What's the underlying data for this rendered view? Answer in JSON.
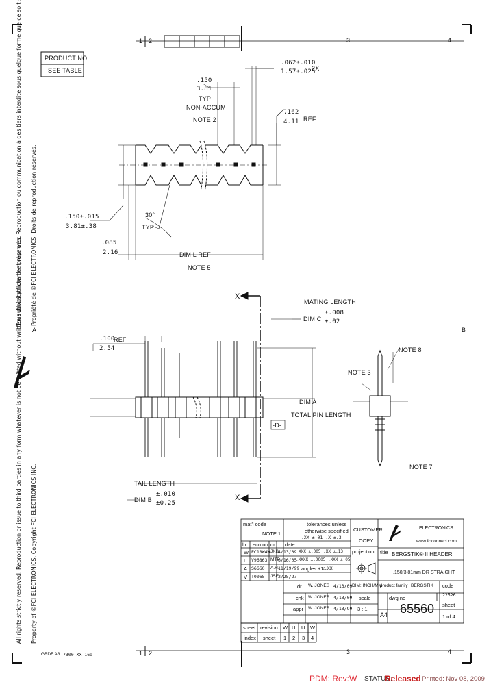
{
  "zones": {
    "top": [
      "1",
      "2",
      "3",
      "4"
    ],
    "bottom": [
      "1",
      "2",
      "3",
      "4"
    ],
    "side_a": "A",
    "side_b": "B"
  },
  "product_box": {
    "header": "PRODUCT NO.",
    "value": "SEE TABLE"
  },
  "margin_text": {
    "col1": "Tous droits strictement réservés. Reproduction ou communication à des tiers interdite sous quelque forme que ce soit sans autorisation écrite du propriétaire.",
    "col2": "Propriété de ©FCI ELECTRONICS. Droits de reproduction réservés.",
    "col3": "All rights strictly reserved. Reproduction or issue to third parties in any form whatever is not permitted without written authority from the proprietor.",
    "col4": "Property of ©FCI ELECTRONICS. Copyright FCI ELECTRONICS INC."
  },
  "top_view": {
    "dim_pitch": {
      "in": ".150",
      "mm": "3.81",
      "note": "TYP",
      "note2": "NON-ACCUM",
      "note3": "NOTE 2"
    },
    "dim_pin": {
      "in": ".062±.010",
      "mm": "1.57±.025",
      "count": "2X"
    },
    "dim_height": {
      "in": ".162",
      "mm": "4.11",
      "ref": "REF"
    },
    "dim_side": {
      "in": ".150±.015",
      "mm": "3.81±.38"
    },
    "dim_angle": {
      "value": "30°",
      "note": "TYP"
    },
    "dim_end": {
      "in": ".085",
      "mm": "2.16"
    },
    "dim_len": {
      "label": "DIM L REF",
      "note": "NOTE 5"
    }
  },
  "side_view": {
    "section": "X",
    "mating": {
      "label": "MATING LENGTH",
      "dim": "DIM C",
      "tol_in": "±.008",
      "tol_mm": "±.02"
    },
    "pitch": {
      "in": ".100",
      "mm": "2.54",
      "ref": "REF"
    },
    "dim_a": {
      "label": "DIM A",
      "label2": "TOTAL PIN LENGTH"
    },
    "datum": "-D-",
    "tail": {
      "label": "TAIL LENGTH",
      "dim": "DIM B",
      "tol_in": "±.010",
      "tol_mm": "±0.25"
    }
  },
  "pin_view": {
    "note8": "NOTE 8",
    "note3": "NOTE 3",
    "note7": "NOTE 7"
  },
  "title_block": {
    "mat_code": "mat'l code",
    "note1": "NOTE 1",
    "tolerances": "tolerances unless",
    "tolerances2": "otherwise specified",
    "tol_vals": ".XX ±.01 .X ±.3",
    "customer": "CUSTOMER",
    "copy": "COPY",
    "electronics": "ELECTRONICS",
    "website": "www.fciconnect.com",
    "rev_header": [
      "ltr",
      "ecn no",
      "dr",
      "date"
    ],
    "revs": [
      {
        "ltr": "W",
        "ecn": "EC18W4W",
        "dr": "JXB",
        "date": "4/13/09"
      },
      {
        "ltr": "L",
        "ecn": "V96863",
        "dr": "MTP",
        "date": "6/16/05"
      },
      {
        "ltr": "A",
        "ecn": "S6660",
        "dr": "A.H.",
        "date": "11/19/99"
      },
      {
        "ltr": "V",
        "ecn": "T0065",
        "dr": "JSE",
        "date": "2/25/27"
      }
    ],
    "tol_rows": [
      "XXX ±.005 .XX ±.13",
      ".XXXX ±.0005 .XXX ±.05",
      "angles ±1°",
      "±.XX"
    ],
    "projection": "projection",
    "dim_units": "DIM: INCH/MM",
    "scale_label": "scale",
    "scale": "3 : 1",
    "title_label": "title",
    "title1": "BERGSTIK® II HEADER",
    "title2": ".150/3.81mm DR STRAIGHT",
    "product_family_label": "product family",
    "product_family": "BERGSTIK",
    "drawing_no_label": "dwg no",
    "drawing_no": "65560",
    "code_label": "code",
    "code": "22526",
    "sheet_label": "sheet",
    "sheet": "1 of 4",
    "size": "A4",
    "sign_rows": [
      {
        "role": "dr",
        "name": "W. JONES",
        "date": "4/13/09"
      },
      {
        "role": "chk",
        "name": "W. JONES",
        "date": "4/13/09"
      },
      {
        "role": "appr",
        "name": "W. JONES",
        "date": "4/13/99"
      }
    ],
    "approvals_label": "W. JONES",
    "sheet_rev": {
      "label1": "sheet",
      "label2": "index",
      "rev_label": "revision",
      "sheet_label": "sheet",
      "revs": [
        "W",
        "U",
        "U",
        "W"
      ],
      "sheets": [
        "1",
        "2",
        "3",
        "4"
      ]
    }
  },
  "form_no": "7300-XX-169",
  "form_label": "GBDF A3",
  "pdm": "PDM: Rev:W",
  "status_label": "STATUS:",
  "status_value": "Released",
  "printed": "Printed: Nov 08, 2009",
  "colors": {
    "pdm": "#e0303a",
    "status_released": "#c81e1e",
    "printed": "#8a4a4a",
    "ink": "#111111"
  }
}
